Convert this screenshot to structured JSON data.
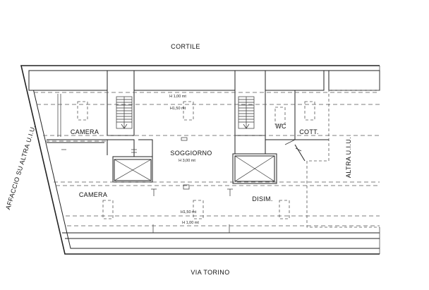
{
  "labels": {
    "cortile": "CORTILE",
    "via_torino": "VIA TORINO",
    "affaccio": "AFFACCIO SU ALTRA U.I.U.",
    "altra_uiu": "ALTRA U.I.U.",
    "camera_top": "CAMERA",
    "camera_bottom": "CAMERA",
    "soggiorno": "SOGGIORNO",
    "wc": "WC",
    "cott": "COTT.",
    "disim": "DISIM."
  },
  "heights": {
    "top_h100": "H 1,00 mt",
    "top_h150": "H1,50 mt",
    "soggiorno_h300": "H 3,00 mt",
    "bottom_h150": "H1,50 mt",
    "bottom_h100": "H 1,00 mt"
  }
}
